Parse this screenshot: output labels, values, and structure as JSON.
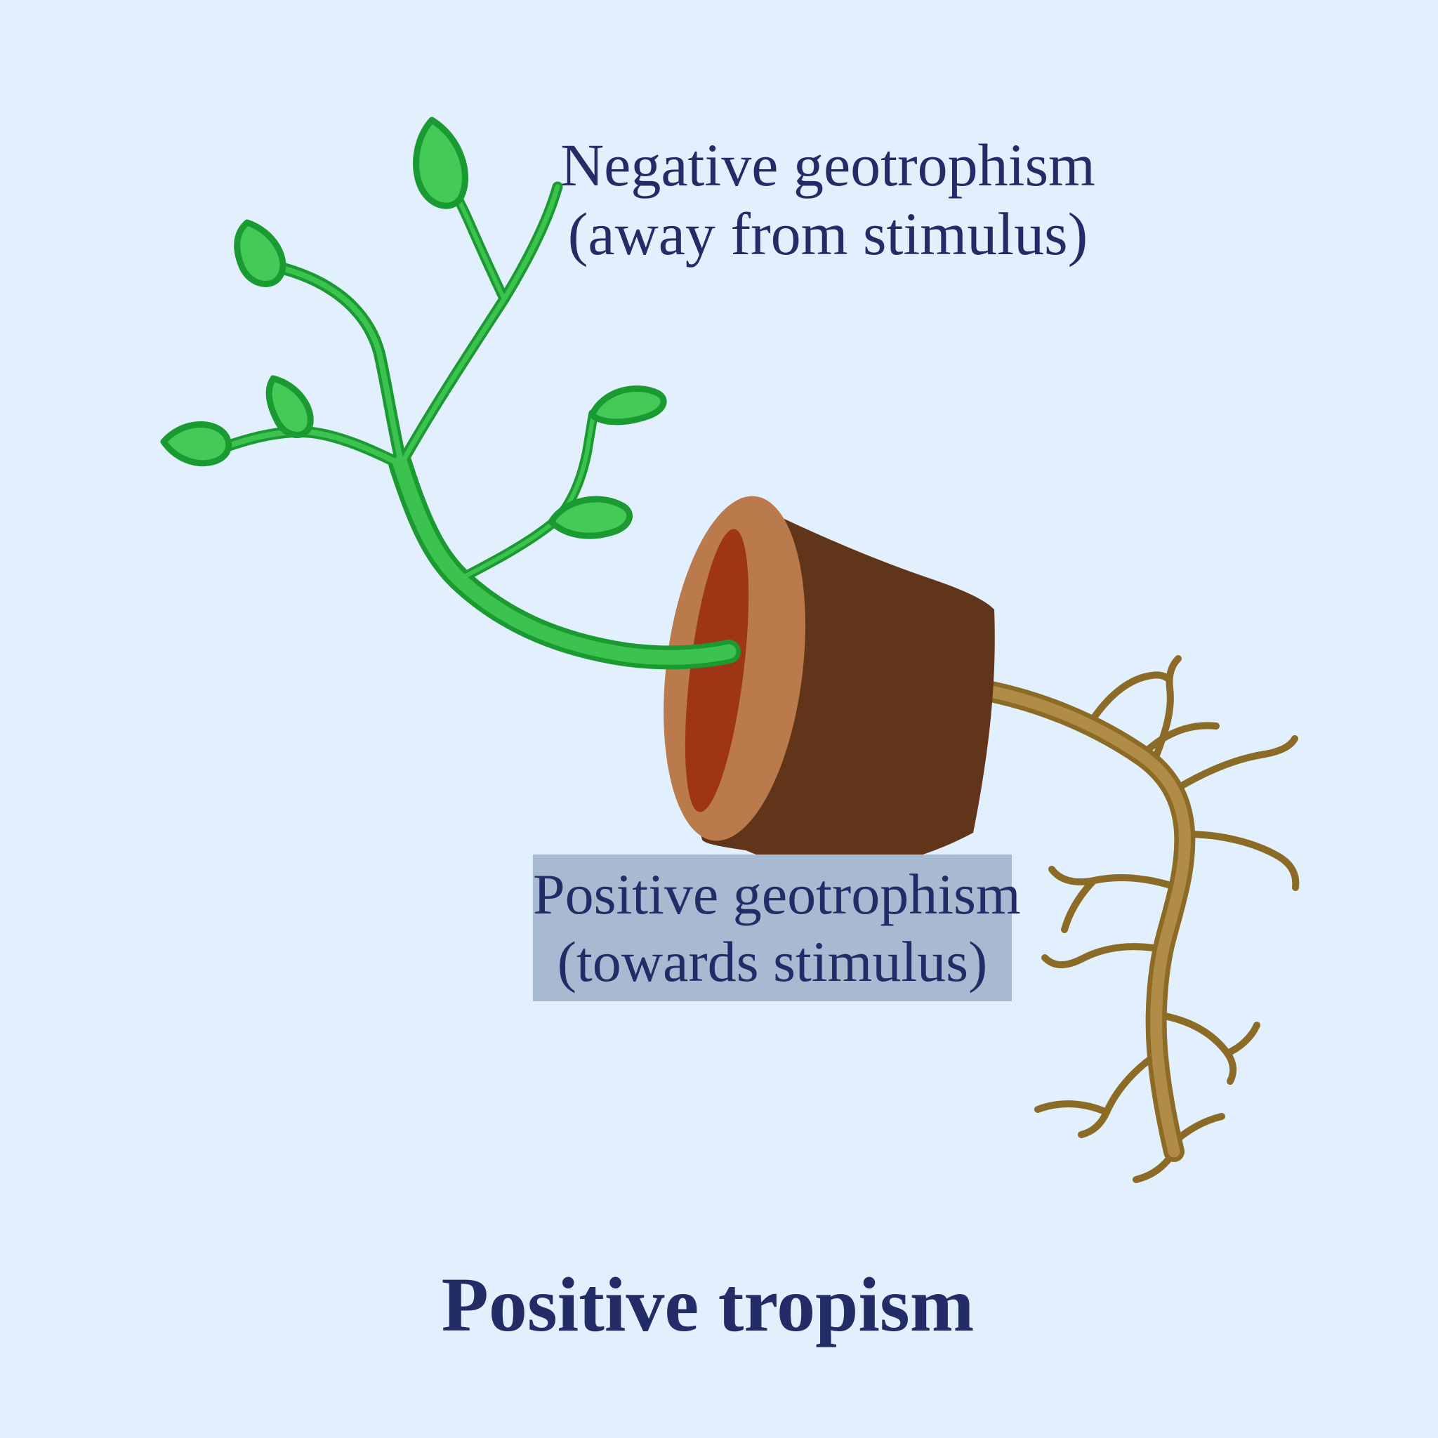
{
  "colors": {
    "background": "#e1f0fc",
    "text_navy": "#232c66",
    "box_bg": "#a8bad1",
    "stem_outline": "#1b9a31",
    "stem_fill": "#3cc24f",
    "leaf_fill": "#44ca56",
    "pot_body": "#613519",
    "pot_rim": "#ba7a4b",
    "pot_opening": "#9e3514",
    "root_outline": "#8b6b26",
    "root_fill": "#b18c46"
  },
  "labels": {
    "negative": {
      "line1": "Negative geotrophism",
      "line2": "(away from stimulus)"
    },
    "positive": {
      "line1": "Positive geotrophism",
      "line2": "(towards stimulus)"
    }
  },
  "title": "Positive tropism"
}
